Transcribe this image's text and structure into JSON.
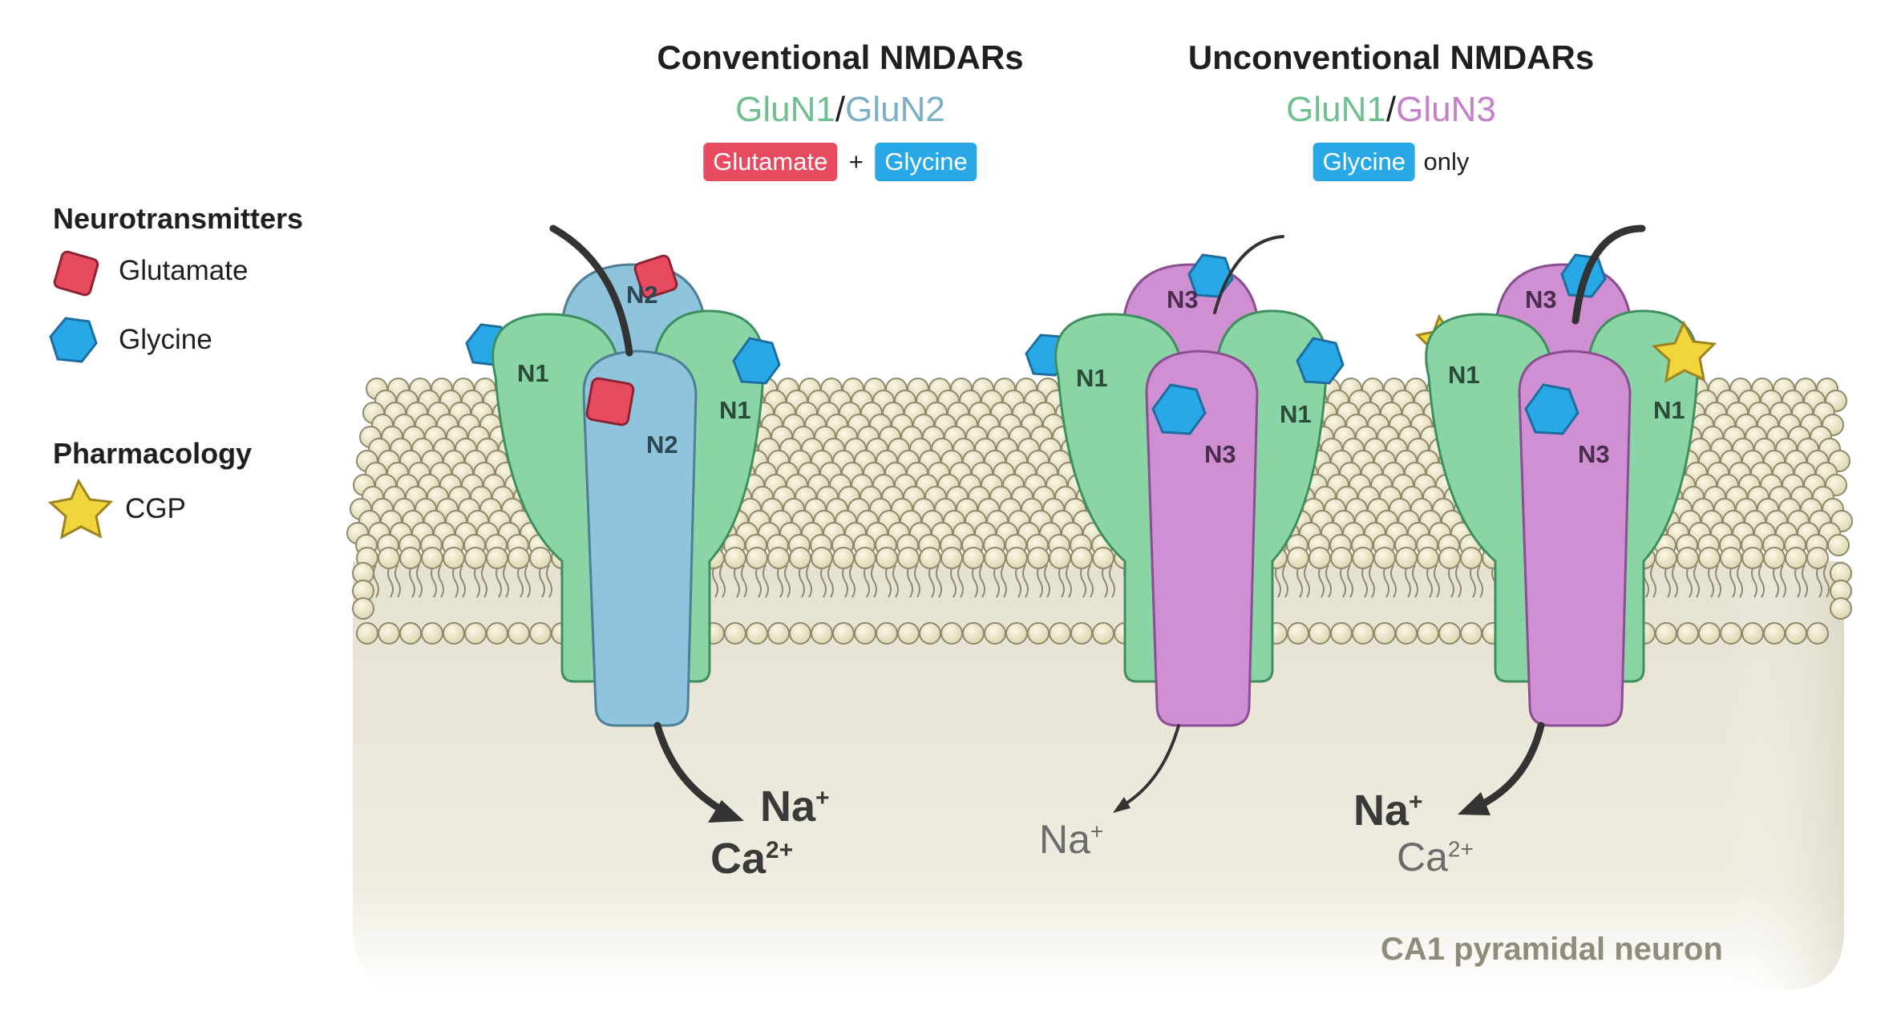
{
  "conventional": {
    "title": "Conventional NMDARs",
    "sub1": "GluN1",
    "slash": "/",
    "sub2": "GluN2",
    "tag1": "Glutamate",
    "plus": "+",
    "tag2": "Glycine",
    "ion1": "Na",
    "ion1_sup": "+",
    "ion2": "Ca",
    "ion2_sup": "2+"
  },
  "unconventional": {
    "title": "Unconventional NMDARs",
    "sub1": "GluN1",
    "slash": "/",
    "sub2": "GluN3",
    "tag": "Glycine",
    "only": "only",
    "ion_a": "Na",
    "ion_a_sup": "+",
    "ion_b1": "Na",
    "ion_b1_sup": "+",
    "ion_b2": "Ca",
    "ion_b2_sup": "2+"
  },
  "subunit_labels": {
    "n1": "N1",
    "n2": "N2",
    "n3": "N3"
  },
  "legend": {
    "neurotransmitters": "Neurotransmitters",
    "glutamate": "Glutamate",
    "glycine": "Glycine",
    "pharmacology": "Pharmacology",
    "cgp": "CGP"
  },
  "cell_label": "CA1 pyramidal neuron",
  "colors": {
    "glun1_green": "#89d5a5",
    "glun2_blue": "#8ec5dc",
    "glun3_purple": "#cf8fd2",
    "glutamate_red": "#e84a5f",
    "glycine_blue": "#29a8e8",
    "cgp_yellow": "#f2d43d",
    "lipid_head": "#ece6c6",
    "cytoplasm": "#e8e5d6",
    "text_green": "#6fc08e",
    "text_blue": "#7ab0c6",
    "text_purple": "#c57fcb"
  }
}
